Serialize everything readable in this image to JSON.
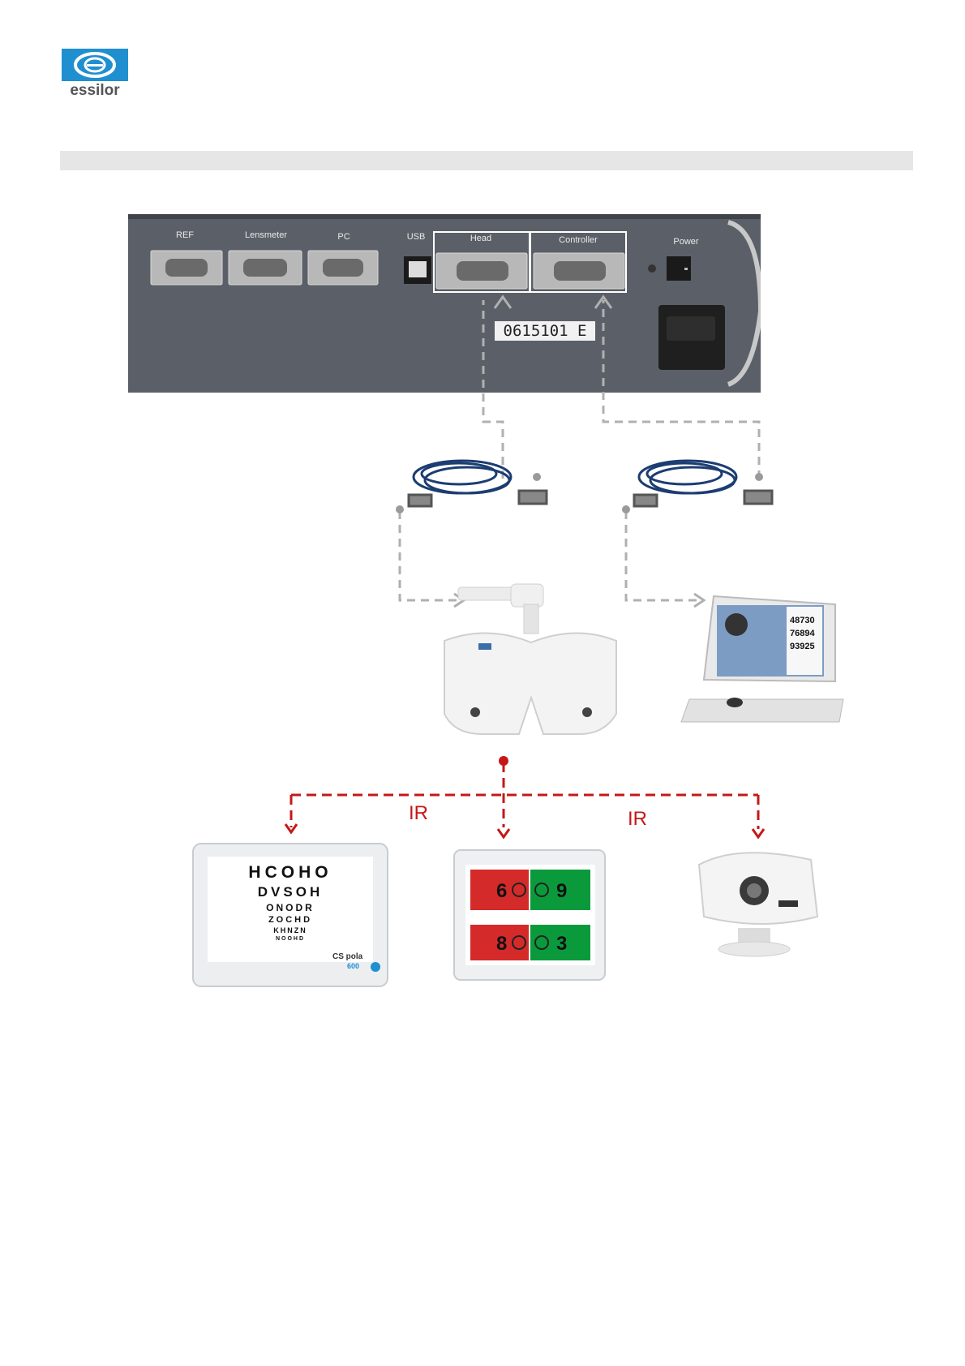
{
  "brand": {
    "name": "essilor"
  },
  "panel": {
    "ports": [
      {
        "label": "REF"
      },
      {
        "label": "Lensmeter"
      },
      {
        "label": "PC"
      },
      {
        "label": "USB"
      },
      {
        "label": "Head"
      },
      {
        "label": "Controller"
      },
      {
        "label": "Power"
      }
    ],
    "serial": "0615101 E"
  },
  "links": {
    "ir_left": "IR",
    "ir_right": "IR"
  },
  "visual_chart": {
    "lines": [
      "HCOHO",
      "DVSOH",
      "ONODR",
      "ZOCHD",
      "KHNZN",
      "NOOHD"
    ],
    "brand": "CS pola",
    "model": "600"
  },
  "red_green": {
    "top": [
      "6",
      "9"
    ],
    "bottom": [
      "8",
      "3"
    ]
  },
  "controller_screen": {
    "values": [
      "48730",
      "76894",
      "93925"
    ]
  },
  "colors": {
    "brand_blue": "#1f8fd0",
    "ir_red": "#c41818",
    "cable_link": "#b0b0b0",
    "panel": "#5b6068"
  }
}
